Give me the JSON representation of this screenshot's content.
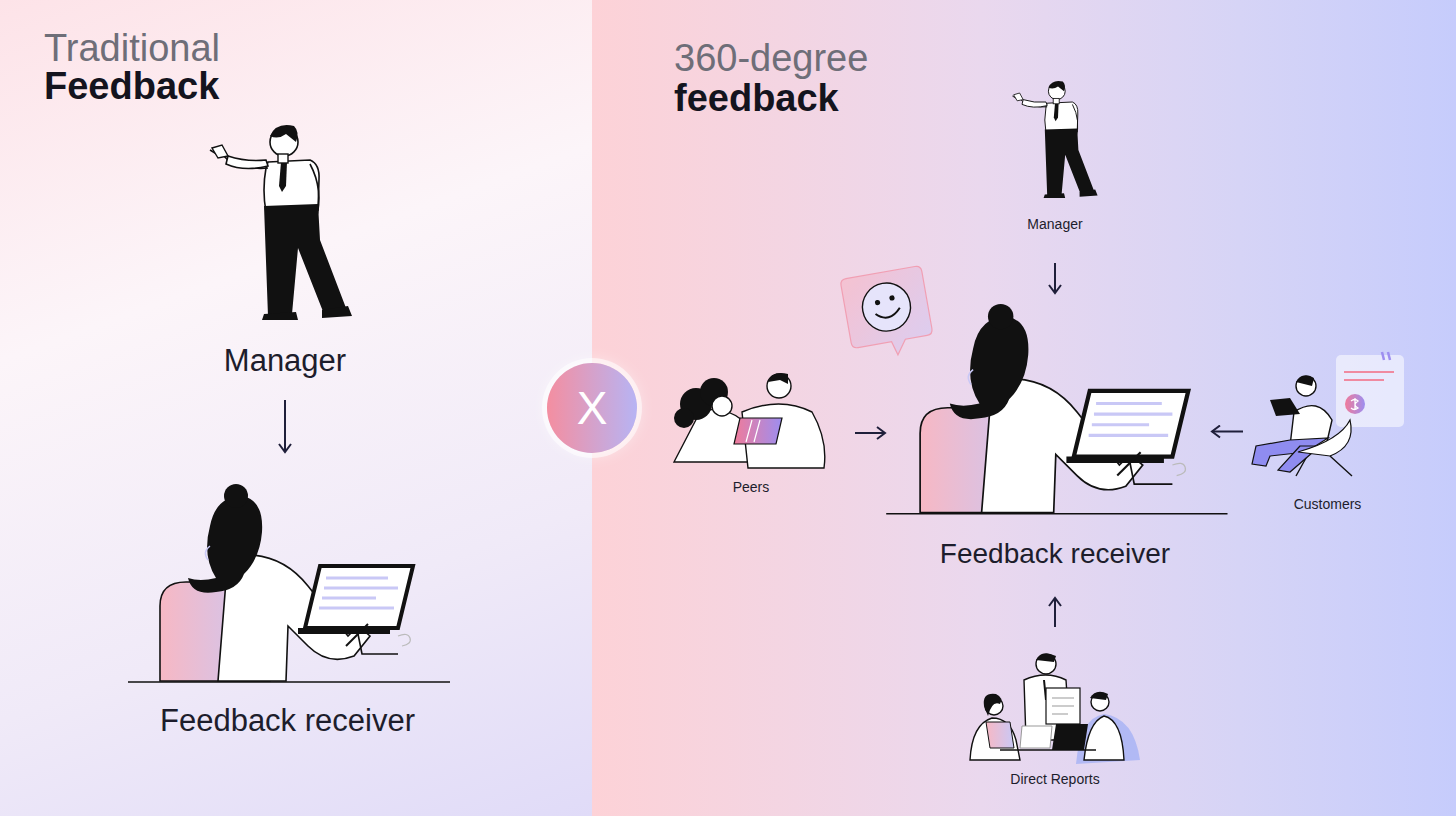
{
  "diagram": {
    "nodes": [
      {
        "text": [
          "Manager"
        ]
      },
      {
        "text": [
          "Feedback receiver"
        ]
      },
      {
        "text": [
          "X"
        ]
      },
      {
        "text": [
          "Manager"
        ]
      },
      {
        "text": [
          "Peers"
        ]
      },
      {
        "text": [
          "Feedback receiver"
        ]
      },
      {
        "text": [
          "Customers"
        ]
      },
      {
        "text": [
          "Direct Reports"
        ]
      }
    ],
    "edges": [
      {
        "from": 0,
        "to": 1,
        "arrow": "to"
      },
      {
        "from": 3,
        "to": 5,
        "arrow": "to"
      },
      {
        "from": 4,
        "to": 5,
        "arrow": "to"
      },
      {
        "from": 6,
        "to": 5,
        "arrow": "to"
      },
      {
        "from": 7,
        "to": 5,
        "arrow": "to"
      }
    ],
    "labels": [
      "Traditional",
      "Feedback",
      "360-degree",
      "feedback"
    ]
  }
}
